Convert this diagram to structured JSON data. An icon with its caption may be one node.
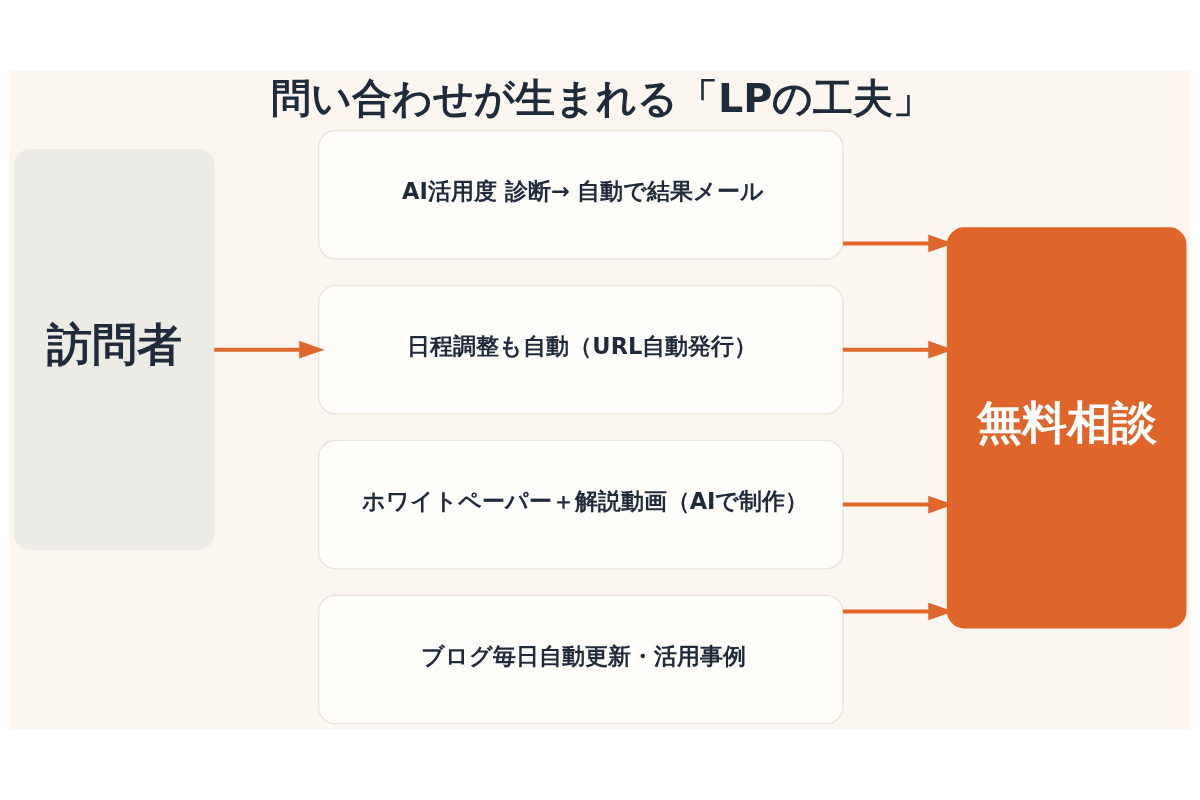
{
  "diagram": {
    "title": "問い合わせが生まれる「LPの工夫」",
    "nodes": [
      {
        "text": [
          "訪問者"
        ]
      },
      {
        "text": [
          "AI活用度 診断→ 自動で結果メール"
        ]
      },
      {
        "text": [
          "日程調整も自動（URL自動発行）"
        ]
      },
      {
        "text": [
          "ホワイトペーパー＋解説動画（AIで制作）"
        ]
      },
      {
        "text": [
          "ブログ毎日自動更新・活用事例"
        ]
      },
      {
        "text": [
          "無料相談"
        ]
      }
    ],
    "edges": [
      {
        "from": 0,
        "to": 2,
        "arrow": "to"
      },
      {
        "from": 1,
        "to": 5,
        "arrow": "to"
      },
      {
        "from": 2,
        "to": 5,
        "arrow": "to"
      },
      {
        "from": 3,
        "to": 5,
        "arrow": "to"
      },
      {
        "from": 4,
        "to": 5,
        "arrow": "to"
      }
    ]
  }
}
